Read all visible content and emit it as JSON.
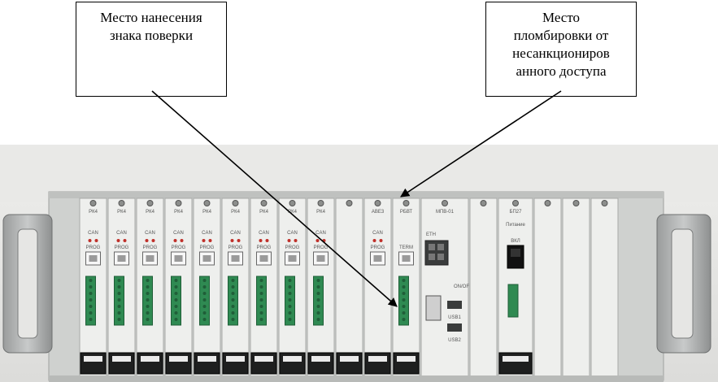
{
  "callouts": {
    "verification_mark": {
      "lines": [
        "Место нанесения",
        "знака поверки"
      ]
    },
    "seal": {
      "lines": [
        "Место",
        "пломбировки от",
        "несанкциониров",
        "анного доступа"
      ]
    }
  },
  "modules": [
    {
      "title": "РК4",
      "type": "rk4"
    },
    {
      "title": "РК4",
      "type": "rk4"
    },
    {
      "title": "РК4",
      "type": "rk4"
    },
    {
      "title": "РК4",
      "type": "rk4"
    },
    {
      "title": "РК4",
      "type": "rk4"
    },
    {
      "title": "РК4",
      "type": "rk4"
    },
    {
      "title": "РК4",
      "type": "rk4"
    },
    {
      "title": "РК4",
      "type": "rk4"
    },
    {
      "title": "РК4",
      "type": "rk4"
    },
    {
      "title": "",
      "type": "blank"
    },
    {
      "title": "АВЕ3",
      "type": "abe"
    },
    {
      "title": "РБВТ",
      "type": "rbvt"
    },
    {
      "title": "МПВ-01",
      "type": "mpv"
    },
    {
      "title": "",
      "type": "blank"
    },
    {
      "title": "БП27",
      "type": "bp"
    },
    {
      "title": "",
      "type": "blank"
    },
    {
      "title": "",
      "type": "blank"
    },
    {
      "title": "",
      "type": "blank"
    }
  ],
  "module_labels": {
    "can": "CAN",
    "prog": "PROG",
    "term": "TERM",
    "eth": "ETH",
    "onoff": "ON/OFF",
    "usb1": "USB1",
    "usb2": "USB2",
    "power": "Питание",
    "vkl": "ВКЛ"
  },
  "colors": {
    "connector_green": "#2f8a52",
    "chassis": "#d9dbd8",
    "wall": "#e6e6e4",
    "led_red": "#c0302a"
  }
}
